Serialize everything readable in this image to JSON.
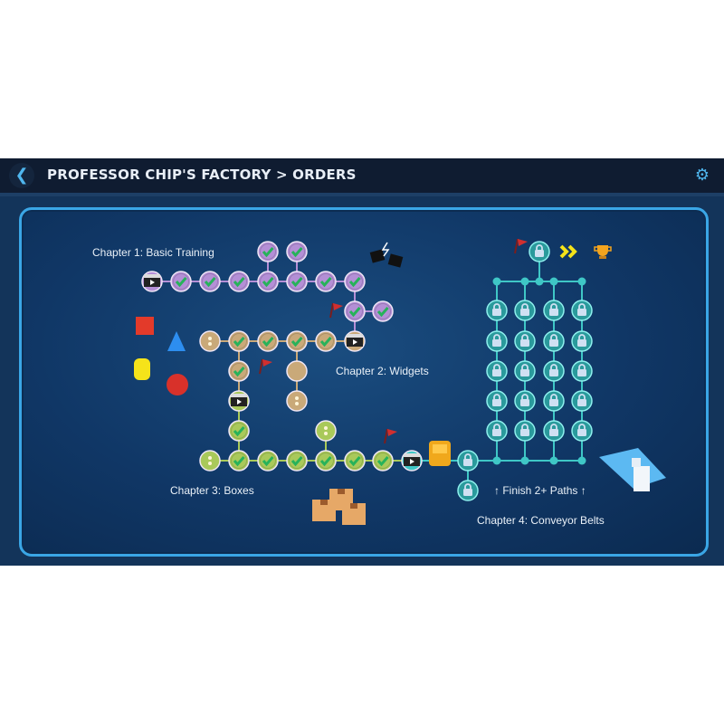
{
  "header": {
    "title": "PROFESSOR CHIP'S FACTORY > ORDERS",
    "back_icon": "chevron-left-icon",
    "settings_icon": "gear-icon"
  },
  "chapters": [
    {
      "label": "Chapter 1: Basic Training",
      "color": "#b48fd6",
      "status": "completed"
    },
    {
      "label": "Chapter 2: Widgets",
      "color": "#c9a979",
      "status": "in-progress"
    },
    {
      "label": "Chapter 3: Boxes",
      "color": "#a9c95a",
      "status": "in-progress"
    },
    {
      "label": "Chapter 4: Conveyor Belts",
      "color": "#3fc7c6",
      "status": "locked"
    }
  ],
  "chapter4_hint": "↑ Finish 2+ Paths ↑",
  "colors": {
    "check": "#27b25a",
    "lock": "#3fc7c6",
    "header": "#0f1c31",
    "frame": "#3aa6e6"
  }
}
